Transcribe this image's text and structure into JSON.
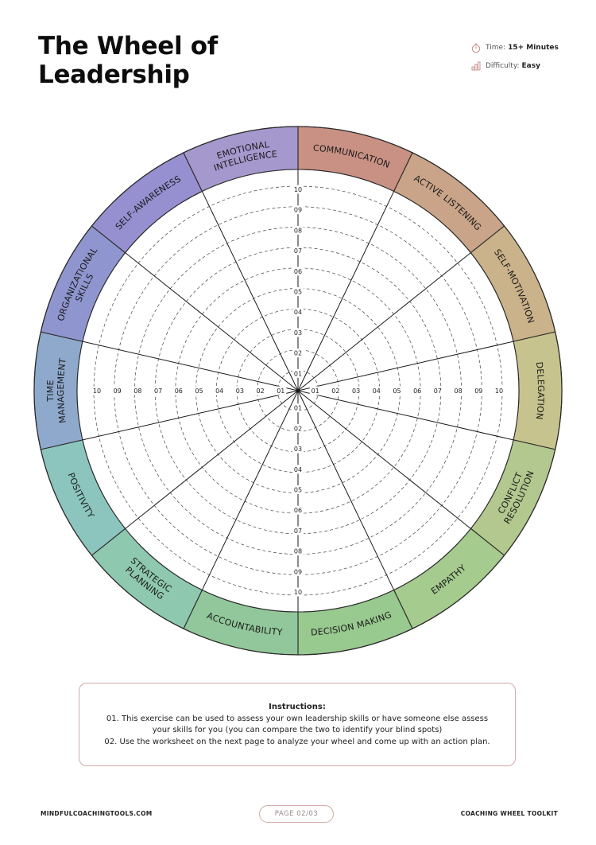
{
  "header": {
    "title_line1": "The Wheel of",
    "title_line2": "Leadership",
    "time_label": "Time:",
    "time_value": "15+ Minutes",
    "difficulty_label": "Difficulty:",
    "difficulty_value": "Easy",
    "accent_color": "#c9958f"
  },
  "wheel": {
    "segments": [
      {
        "lines": [
          "COMMUNICATION"
        ],
        "color": "#c99184"
      },
      {
        "lines": [
          "ACTIVE LISTENING"
        ],
        "color": "#c9a488"
      },
      {
        "lines": [
          "SELF-MOTIVATION"
        ],
        "color": "#cab28a"
      },
      {
        "lines": [
          "DELEGATION"
        ],
        "color": "#c7c38e"
      },
      {
        "lines": [
          "CONFLICT",
          "RESOLUTION"
        ],
        "color": "#b2c88e"
      },
      {
        "lines": [
          "EMPATHY"
        ],
        "color": "#a5cb8e"
      },
      {
        "lines": [
          "DECISION MAKING"
        ],
        "color": "#98c98f"
      },
      {
        "lines": [
          "ACCOUNTABILITY"
        ],
        "color": "#91c79a"
      },
      {
        "lines": [
          "STRATEGIC",
          "PLANNING"
        ],
        "color": "#8ec8af"
      },
      {
        "lines": [
          "POSITIVITY"
        ],
        "color": "#8bc5be"
      },
      {
        "lines": [
          "TIME",
          "MANAGEMENT"
        ],
        "color": "#8ea9cc"
      },
      {
        "lines": [
          "ORGANIZATIONAL",
          "SKILLS"
        ],
        "color": "#8f96cf"
      },
      {
        "lines": [
          "SELF-AWARENESS"
        ],
        "color": "#968fd0"
      },
      {
        "lines": [
          "EMOTIONAL",
          "INTELLIGENCE"
        ],
        "color": "#a598cd"
      }
    ],
    "scale_labels": [
      "01",
      "02",
      "03",
      "04",
      "05",
      "06",
      "07",
      "08",
      "09",
      "10"
    ]
  },
  "instructions": {
    "title": "Instructions:",
    "line1": "01. This exercise can be used to assess your own leadership skills or have someone else assess",
    "line2": "your skills for you (you can compare the two to identify your blind spots)",
    "line3": "02. Use the worksheet on the next page to analyze your wheel and come up with an action plan."
  },
  "footer": {
    "left": "MINDFULCOACHINGTOOLS.COM",
    "page": "PAGE 02/03",
    "right": "COACHING WHEEL TOOLKIT"
  }
}
